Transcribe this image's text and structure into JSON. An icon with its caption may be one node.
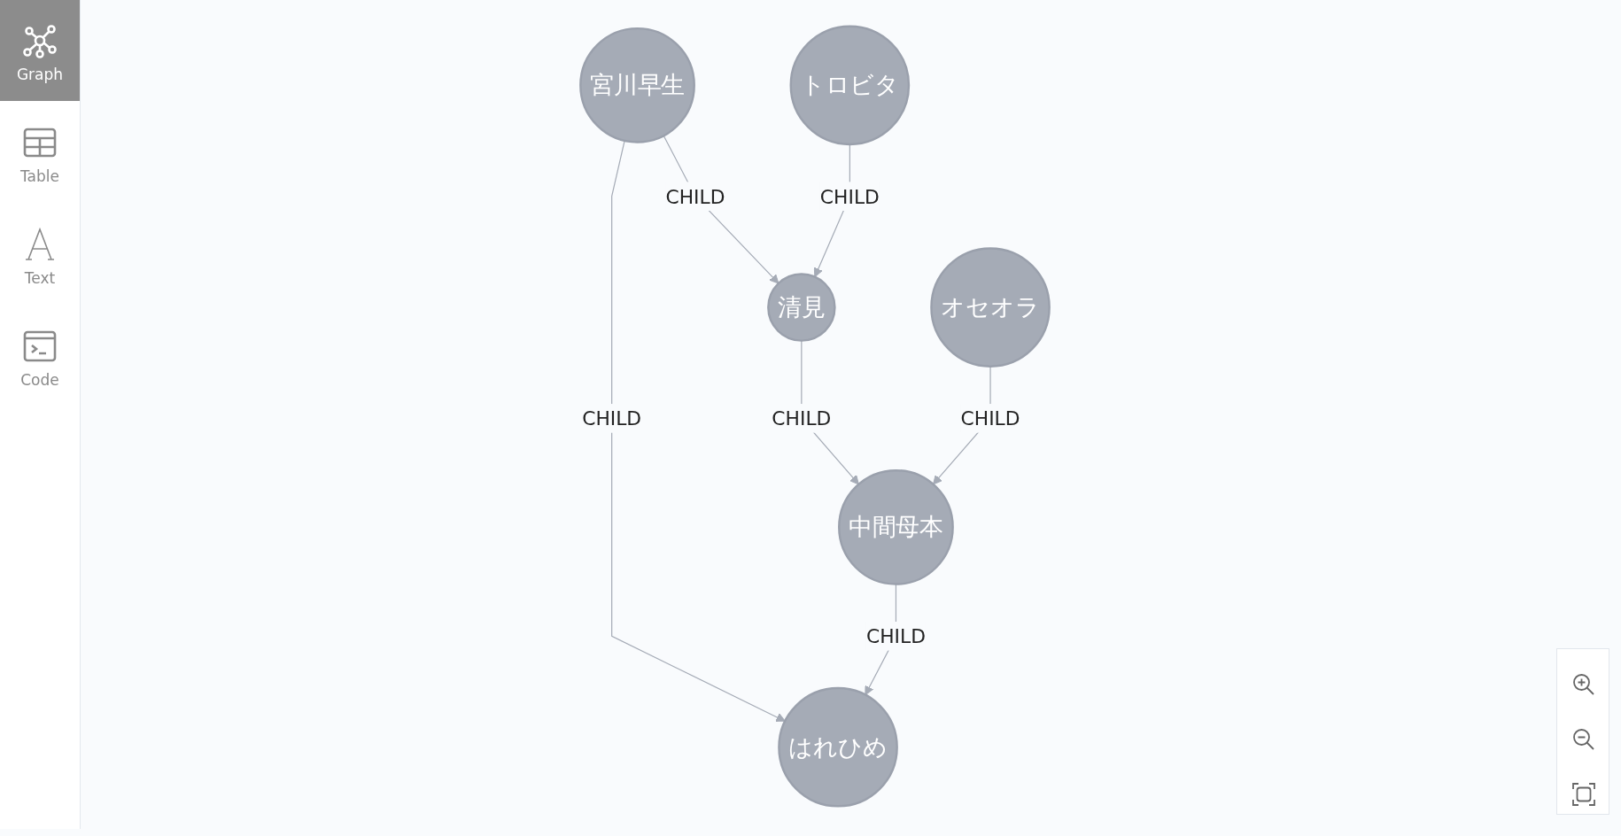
{
  "diagram": {
    "nodes": [
      {
        "text": [
          "清見"
        ]
      },
      {
        "text": [
          "トロビタ"
        ]
      },
      {
        "text": [
          "宮川早生"
        ]
      },
      {
        "text": [
          "中間母本"
        ]
      },
      {
        "text": [
          "オセオラ"
        ]
      },
      {
        "text": [
          "はれひめ"
        ]
      }
    ],
    "edges": [
      {
        "from": 2,
        "to": 0,
        "arrow": "to",
        "label": "CHILD"
      },
      {
        "from": 1,
        "to": 0,
        "arrow": "to",
        "label": "CHILD"
      },
      {
        "from": 0,
        "to": 3,
        "arrow": "to",
        "label": "CHILD"
      },
      {
        "from": 4,
        "to": 3,
        "arrow": "to",
        "label": "CHILD"
      },
      {
        "from": 2,
        "to": 5,
        "arrow": "to",
        "label": "CHILD"
      },
      {
        "from": 3,
        "to": 5,
        "arrow": "to",
        "label": "CHILD"
      }
    ],
    "labels": [
      "Graph",
      "Table",
      "Text",
      "Code"
    ]
  }
}
